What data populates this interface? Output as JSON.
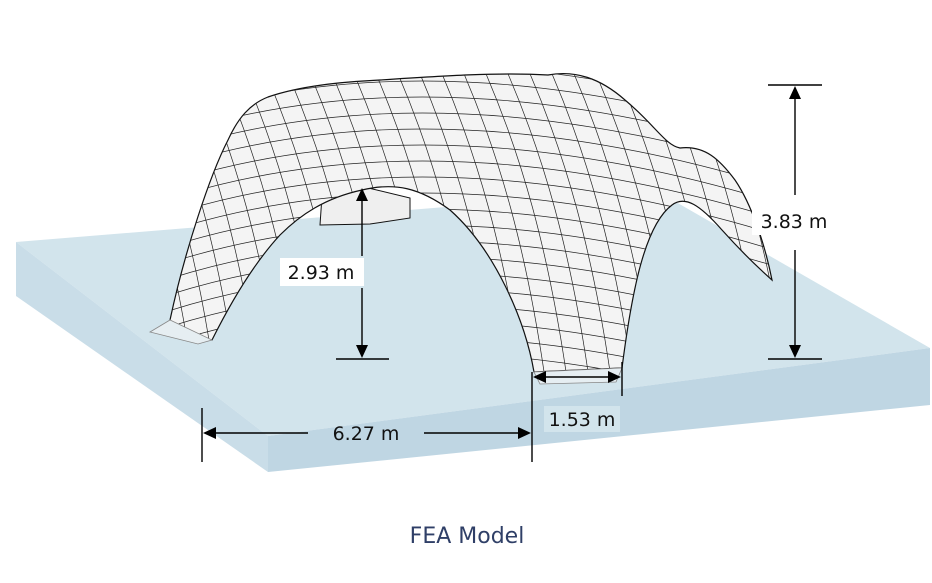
{
  "diagram": {
    "caption": "FEA Model",
    "dimensions": {
      "arch_height": "2.93 m",
      "total_height": "3.83 m",
      "span": "6.27 m",
      "support_width": "1.53 m"
    },
    "colors": {
      "base_top": "#d2e4ec",
      "base_front": "#bfd6e3",
      "base_side": "#c9dde8",
      "shell_fill": "#f4f4f4",
      "mesh_stroke": "#222222",
      "caption": "#2f3f67"
    }
  }
}
